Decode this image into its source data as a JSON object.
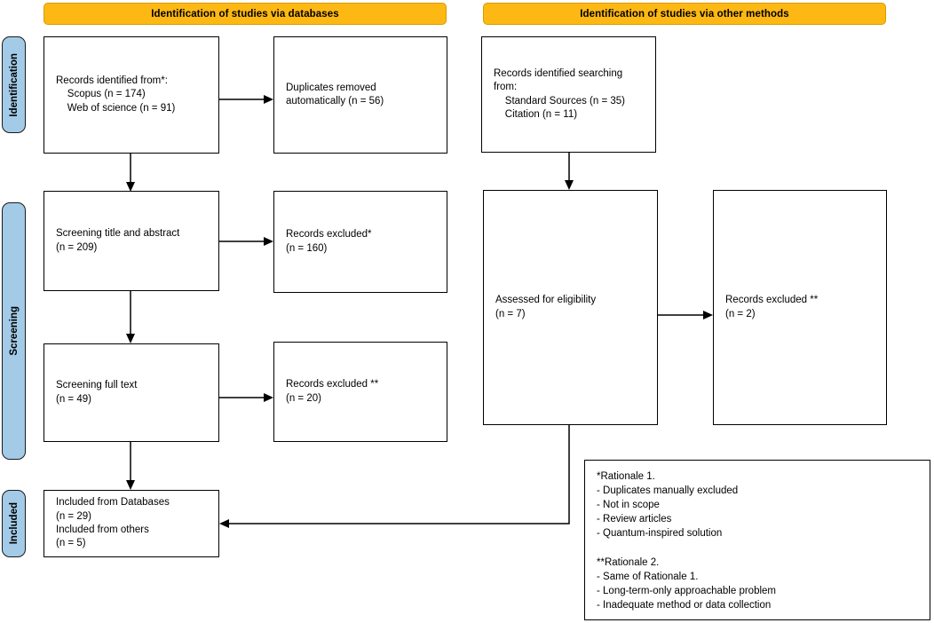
{
  "headers": {
    "databases": "Identification of studies via databases",
    "other_methods": "Identification of studies via other methods"
  },
  "stage_labels": {
    "identification": "Identification",
    "screening": "Screening",
    "included": "Included"
  },
  "boxes": {
    "records_identified_db": {
      "lines": [
        "Records identified from*:",
        "    Scopus (n = 174)",
        "    Web of science (n = 91)"
      ]
    },
    "duplicates_removed": {
      "lines": [
        "Duplicates removed",
        "automatically (n = 56)"
      ]
    },
    "screening_title_abstract": {
      "lines": [
        "Screening title and abstract",
        "(n = 209)"
      ]
    },
    "records_excluded_title": {
      "lines": [
        "Records excluded*",
        "(n = 160)"
      ]
    },
    "screening_full_text": {
      "lines": [
        "Screening full text",
        "(n = 49)"
      ]
    },
    "records_excluded_fulltext": {
      "lines": [
        "Records excluded **",
        "(n = 20)"
      ]
    },
    "included": {
      "lines": [
        "Included from Databases",
        "(n = 29)",
        "Included from others",
        "(n = 5)"
      ]
    },
    "records_identified_other": {
      "lines": [
        "Records identified searching",
        "from:",
        "    Standard Sources (n = 35)",
        "    Citation (n = 11)"
      ]
    },
    "assessed_eligibility": {
      "lines": [
        "Assessed for eligibility",
        "(n = 7)"
      ]
    },
    "records_excluded_other": {
      "lines": [
        "Records excluded **",
        "(n = 2)"
      ]
    },
    "rationale": {
      "lines": [
        "*Rationale 1.",
        "- Duplicates manually excluded",
        "- Not in scope",
        "- Review articles",
        "- Quantum-inspired solution",
        "",
        "**Rationale 2.",
        "- Same of Rationale 1.",
        "- Long-term-only approachable problem",
        "- Inadequate method or data collection"
      ]
    }
  },
  "colors": {
    "header_bg": "#FDB813",
    "header_border": "#D99B00",
    "stage_bg": "#A3CBE8",
    "stage_border": "#1a1a1a",
    "box_border": "#000000"
  }
}
